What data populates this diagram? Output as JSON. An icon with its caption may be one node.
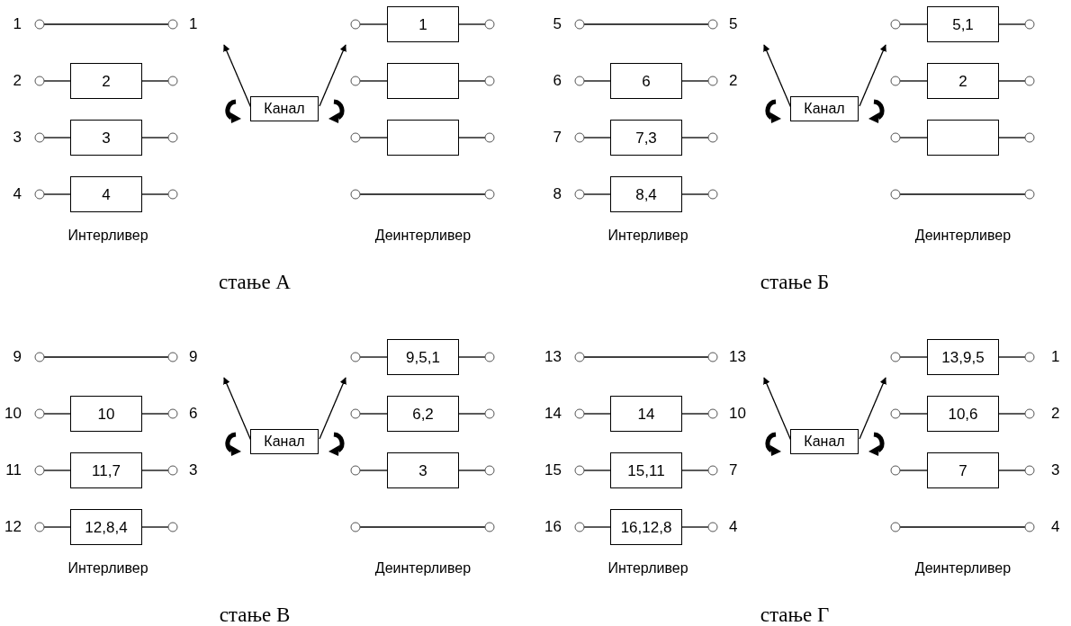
{
  "diagram": {
    "nodes": [
      {
        "text": [
          "2"
        ]
      },
      {
        "text": [
          "3"
        ]
      },
      {
        "text": [
          "4"
        ]
      },
      {
        "text": [
          "Канал"
        ]
      },
      {
        "text": [
          "1"
        ]
      },
      {
        "text": [],
        "shape": "box"
      },
      {
        "text": [],
        "shape": "box"
      },
      {
        "text": [
          "6"
        ]
      },
      {
        "text": [
          "7,3"
        ]
      },
      {
        "text": [
          "8,4"
        ]
      },
      {
        "text": [
          "Канал"
        ]
      },
      {
        "text": [
          "5,1"
        ]
      },
      {
        "text": [
          "2"
        ]
      },
      {
        "text": [],
        "shape": "box"
      },
      {
        "text": [
          "10"
        ]
      },
      {
        "text": [
          "11,7"
        ]
      },
      {
        "text": [
          "12,8,4"
        ]
      },
      {
        "text": [
          "Канал"
        ]
      },
      {
        "text": [
          "9,5,1"
        ]
      },
      {
        "text": [
          "6,2"
        ]
      },
      {
        "text": [
          "3"
        ]
      },
      {
        "text": [
          "14"
        ]
      },
      {
        "text": [
          "15,11"
        ]
      },
      {
        "text": [
          "16,12,8"
        ]
      },
      {
        "text": [
          "Канал"
        ]
      },
      {
        "text": [
          "13,9,5"
        ]
      },
      {
        "text": [
          "10,6"
        ]
      },
      {
        "text": [
          "7"
        ]
      }
    ],
    "edges": [
      {
        "from": 3,
        "to": null,
        "arrow": "to"
      },
      {
        "from": 3,
        "to": null,
        "arrow": "to"
      },
      {
        "from": 10,
        "to": null,
        "arrow": "to"
      },
      {
        "from": 10,
        "to": null,
        "arrow": "to"
      },
      {
        "from": 17,
        "to": null,
        "arrow": "to"
      },
      {
        "from": 17,
        "to": null,
        "arrow": "to"
      },
      {
        "from": 24,
        "to": null,
        "arrow": "to"
      },
      {
        "from": 24,
        "to": null,
        "arrow": "to"
      }
    ],
    "labels": [
      "1",
      "1",
      "2",
      "3",
      "4",
      "Интерливер",
      "Деинтерливер",
      "стање А",
      "5",
      "5",
      "6",
      "2",
      "7",
      "8",
      "Интерливер",
      "Деинтерливер",
      "стање Б",
      "9",
      "9",
      "10",
      "6",
      "11",
      "3",
      "12",
      "Интерливер",
      "Деинтерливер",
      "стање В",
      "13",
      "13",
      "1",
      "14",
      "10",
      "2",
      "15",
      "7",
      "3",
      "16",
      "4",
      "4",
      "Интерливер",
      "Деинтерливер",
      "стање Г"
    ]
  }
}
